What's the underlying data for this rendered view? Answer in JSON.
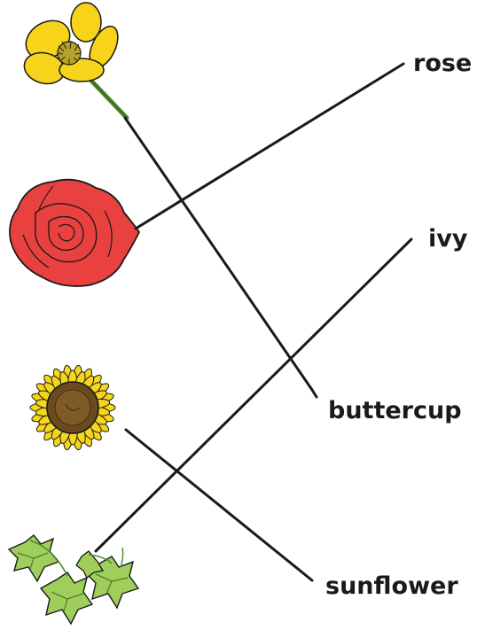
{
  "words": {
    "rose": "rose",
    "ivy": "ivy",
    "buttercup": "buttercup",
    "sunflower": "sunflower"
  },
  "pictures": [
    "buttercup",
    "rose",
    "sunflower",
    "ivy"
  ],
  "matches": [
    {
      "picture": "buttercup",
      "word": "buttercup"
    },
    {
      "picture": "rose",
      "word": "rose"
    },
    {
      "picture": "sunflower",
      "word": "sunflower"
    },
    {
      "picture": "ivy",
      "word": "ivy"
    }
  ],
  "colors": {
    "line": "#1a1a1a",
    "buttercup": "#f7d41a",
    "rose": "#e8413f",
    "sunflower_petal": "#f5d61c",
    "sunflower_center": "#6b4a1e",
    "ivy": "#9fcf5a",
    "stem": "#4f8a2b"
  }
}
